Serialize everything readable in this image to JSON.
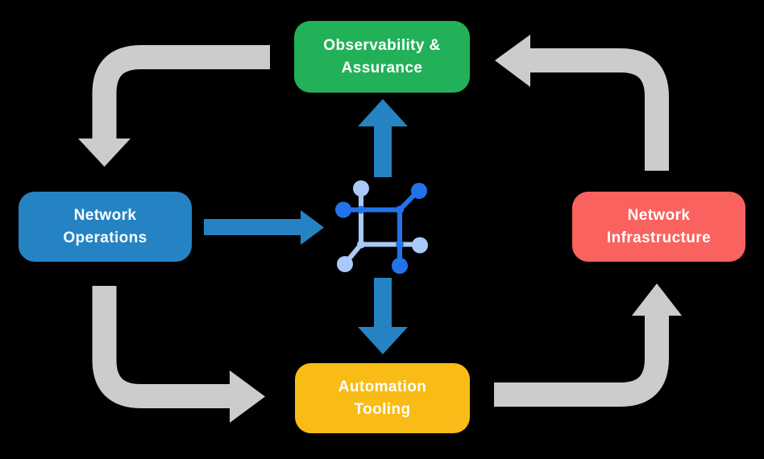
{
  "diagram": {
    "background_color": "#000000",
    "text_color": "#FFFFFF",
    "nodes": {
      "observability": {
        "label": "Observability &\nAssurance",
        "color": "#22B158"
      },
      "operations": {
        "label": "Network\nOperations",
        "color": "#2583C3"
      },
      "infrastructure": {
        "label": "Network\nInfrastructure",
        "color": "#F9625E"
      },
      "tooling": {
        "label": "Automation\nTooling",
        "color": "#F9BB16"
      }
    },
    "center_icon": {
      "name": "network-automation-icon",
      "dark_blue": "#2273E9",
      "light_blue": "#A9CAF9"
    },
    "arrows": {
      "cycle_color": "#CCCCCC",
      "flow_color": "#2583C3",
      "cycle": [
        {
          "from": "observability",
          "to": "operations"
        },
        {
          "from": "operations",
          "to": "tooling"
        },
        {
          "from": "tooling",
          "to": "infrastructure"
        },
        {
          "from": "infrastructure",
          "to": "observability"
        }
      ],
      "flows": [
        {
          "from": "operations",
          "to": "center-icon"
        },
        {
          "from": "center-icon",
          "to": "observability"
        },
        {
          "from": "center-icon",
          "to": "tooling"
        }
      ]
    }
  }
}
